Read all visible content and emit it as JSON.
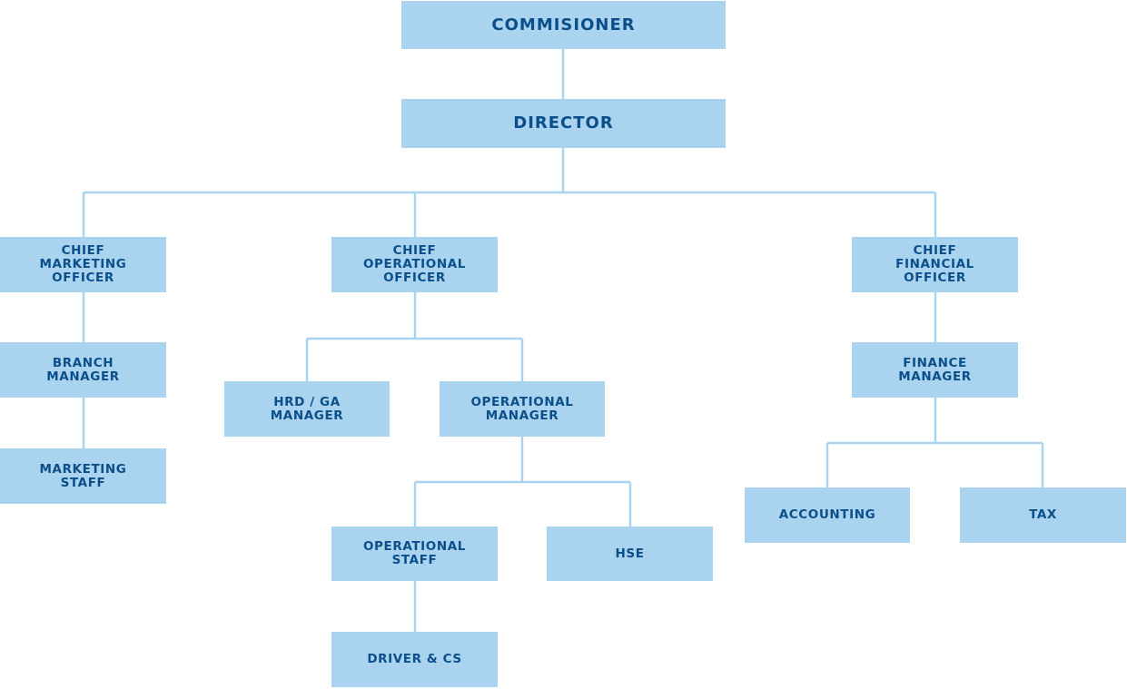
{
  "org_chart": {
    "colors": {
      "box_fill": "#a9d3ee",
      "text": "#0b4f8a",
      "connector": "#a9d3ee"
    },
    "nodes": {
      "commissioner": "COMMISIONER",
      "director": "DIRECTOR",
      "cmo": "CHIEF\nMARKETING\nOFFICER",
      "coo": "CHIEF\nOPERATIONAL\nOFFICER",
      "cfo": "CHIEF\nFINANCIAL\nOFFICER",
      "branch_manager": "BRANCH\nMANAGER",
      "marketing_staff": "MARKETING\nSTAFF",
      "hrd_ga_manager": "HRD / GA\nMANAGER",
      "operational_manager": "OPERATIONAL\nMANAGER",
      "operational_staff": "OPERATIONAL\nSTAFF",
      "hse": "HSE",
      "driver_cs": "DRIVER & CS",
      "finance_manager": "FINANCE\nMANAGER",
      "accounting": "ACCOUNTING",
      "tax": "TAX"
    }
  }
}
